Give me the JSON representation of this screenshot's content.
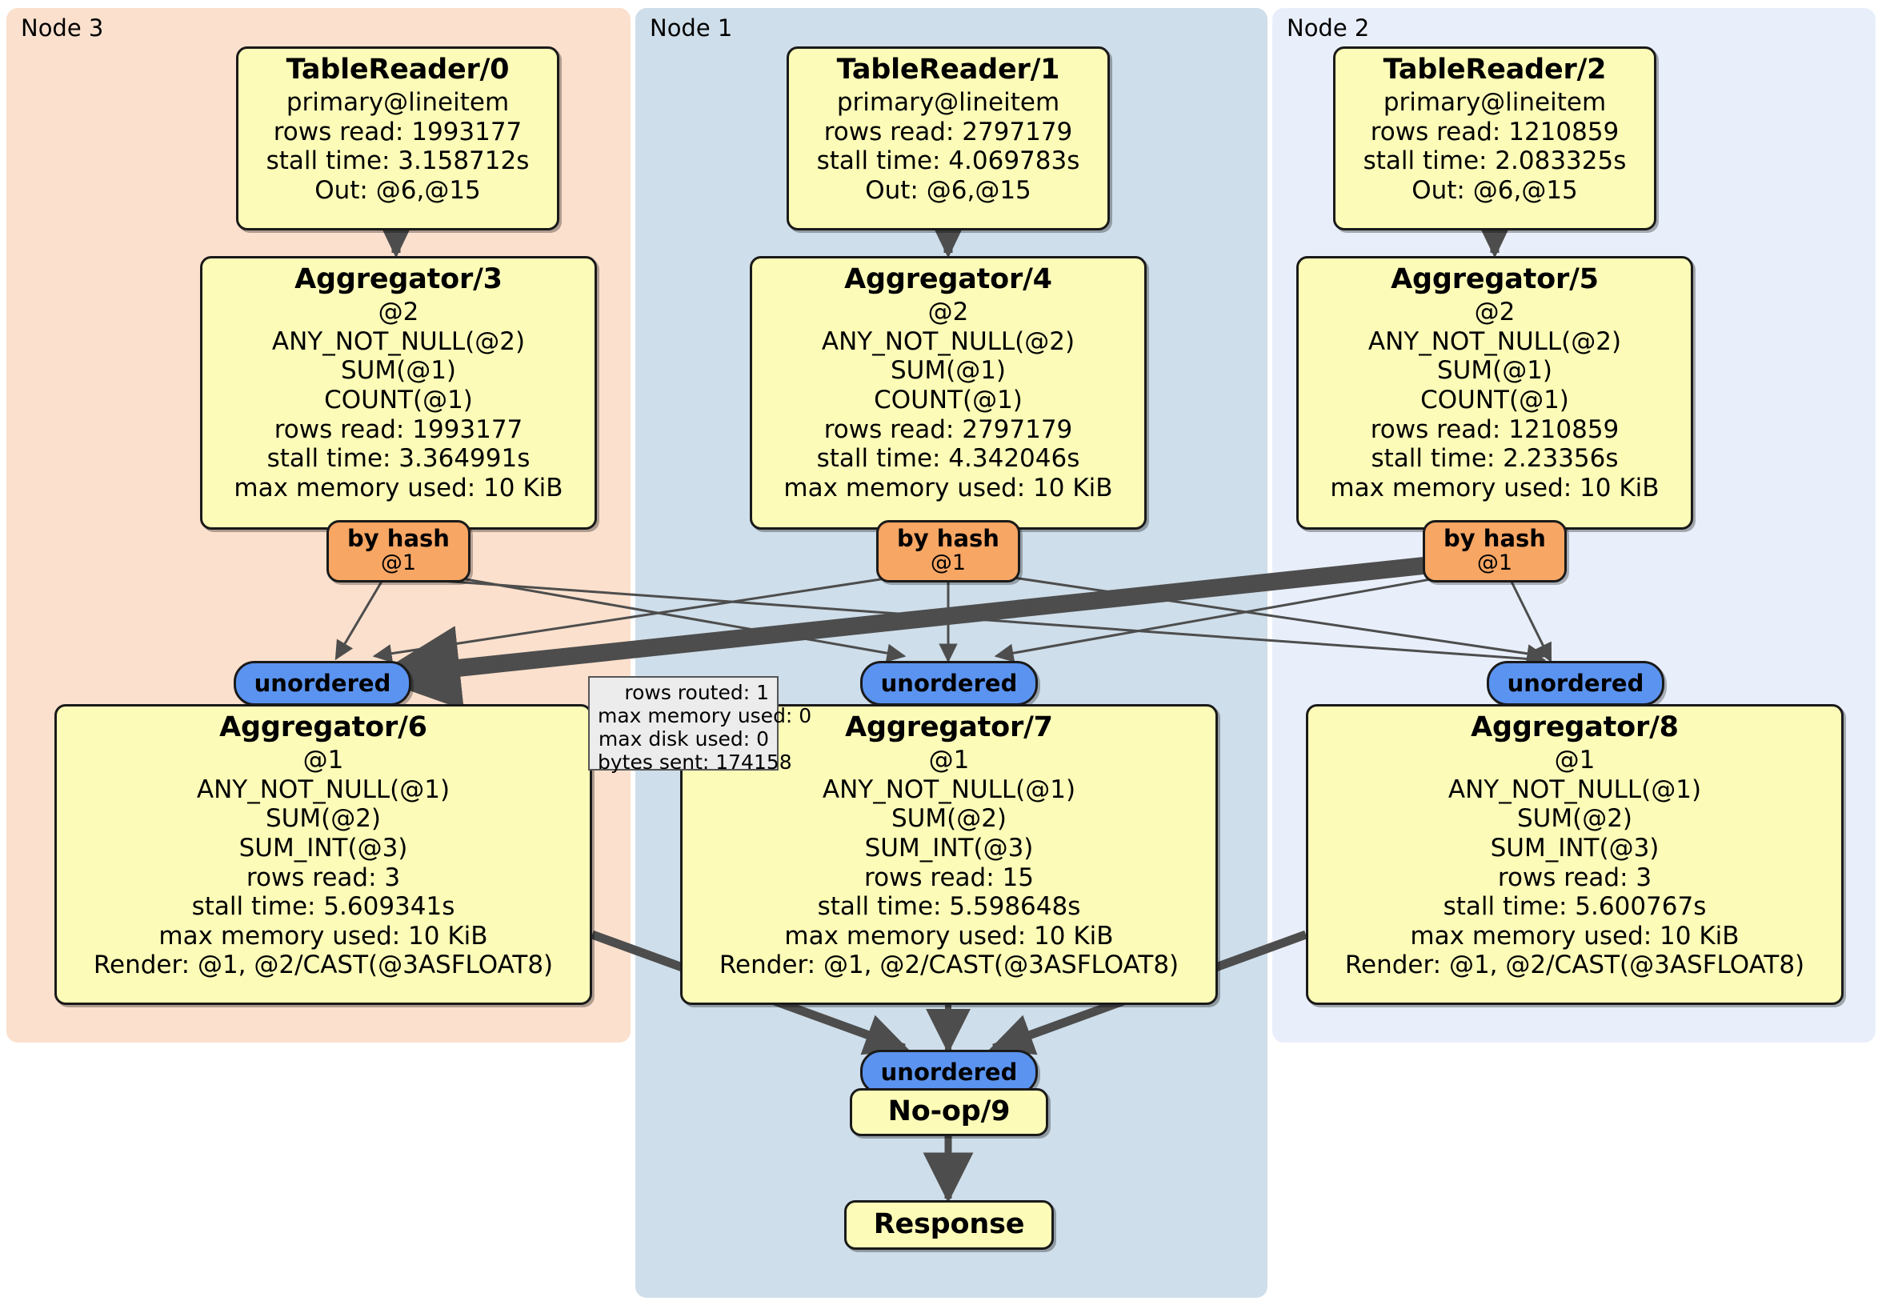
{
  "clusters": [
    {
      "label": "Node 3"
    },
    {
      "label": "Node 1"
    },
    {
      "label": "Node 2"
    }
  ],
  "table_readers": [
    {
      "title": "TableReader/0",
      "table": "primary@lineitem",
      "rows_read": "rows read: 1993177",
      "stall_time": "stall time: 3.158712s",
      "out": "Out: @6,@15"
    },
    {
      "title": "TableReader/1",
      "table": "primary@lineitem",
      "rows_read": "rows read: 2797179",
      "stall_time": "stall time: 4.069783s",
      "out": "Out: @6,@15"
    },
    {
      "title": "TableReader/2",
      "table": "primary@lineitem",
      "rows_read": "rows read: 1210859",
      "stall_time": "stall time: 2.083325s",
      "out": "Out: @6,@15"
    }
  ],
  "aggregators_stage1": [
    {
      "title": "Aggregator/3",
      "group": "@2",
      "f1": "ANY_NOT_NULL(@2)",
      "f2": "SUM(@1)",
      "f3": "COUNT(@1)",
      "rows_read": "rows read: 1993177",
      "stall_time": "stall time: 3.364991s",
      "max_memory": "max memory used: 10 KiB"
    },
    {
      "title": "Aggregator/4",
      "group": "@2",
      "f1": "ANY_NOT_NULL(@2)",
      "f2": "SUM(@1)",
      "f3": "COUNT(@1)",
      "rows_read": "rows read: 2797179",
      "stall_time": "stall time: 4.342046s",
      "max_memory": "max memory used: 10 KiB"
    },
    {
      "title": "Aggregator/5",
      "group": "@2",
      "f1": "ANY_NOT_NULL(@2)",
      "f2": "SUM(@1)",
      "f3": "COUNT(@1)",
      "rows_read": "rows read: 1210859",
      "stall_time": "stall time: 2.23356s",
      "max_memory": "max memory used: 10 KiB"
    }
  ],
  "by_hash": [
    {
      "label": "by hash",
      "column": "@1"
    },
    {
      "label": "by hash",
      "column": "@1"
    },
    {
      "label": "by hash",
      "column": "@1"
    }
  ],
  "unordered": [
    {
      "label": "unordered"
    },
    {
      "label": "unordered"
    },
    {
      "label": "unordered"
    },
    {
      "label": "unordered"
    }
  ],
  "aggregators_stage2": [
    {
      "title": "Aggregator/6",
      "group": "@1",
      "f1": "ANY_NOT_NULL(@1)",
      "f2": "SUM(@2)",
      "f3": "SUM_INT(@3)",
      "rows_read": "rows read: 3",
      "stall_time": "stall time: 5.609341s",
      "max_memory": "max memory used: 10 KiB",
      "render": "Render: @1, @2/CAST(@3ASFLOAT8)"
    },
    {
      "title": "Aggregator/7",
      "group": "@1",
      "f1": "ANY_NOT_NULL(@1)",
      "f2": "SUM(@2)",
      "f3": "SUM_INT(@3)",
      "rows_read": "rows read: 15",
      "stall_time": "stall time: 5.598648s",
      "max_memory": "max memory used: 10 KiB",
      "render": "Render: @1, @2/CAST(@3ASFLOAT8)"
    },
    {
      "title": "Aggregator/8",
      "group": "@1",
      "f1": "ANY_NOT_NULL(@1)",
      "f2": "SUM(@2)",
      "f3": "SUM_INT(@3)",
      "rows_read": "rows read: 3",
      "stall_time": "stall time: 5.600767s",
      "max_memory": "max memory used: 10 KiB",
      "render": "Render: @1, @2/CAST(@3ASFLOAT8)"
    }
  ],
  "noop": {
    "title": "No-op/9"
  },
  "response": {
    "title": "Response"
  },
  "stats_tooltip": {
    "rows_routed": "rows routed: 1",
    "max_memory_used": "max memory used: 0",
    "max_disk_used": "max disk used: 0",
    "bytes_sent": "bytes sent: 174158"
  },
  "colors": {
    "node_fill": "#FCFCB8",
    "node_stroke": "#1A1A1A",
    "by_hash_fill": "#F7A664",
    "unordered_fill": "#5B93F0",
    "cluster_node3": "#FBE0CD",
    "cluster_node1": "#CEDEEA",
    "cluster_node2": "#E9EFFA",
    "edge": "#4D4D4D",
    "tooltip_fill": "#ECECEC"
  }
}
